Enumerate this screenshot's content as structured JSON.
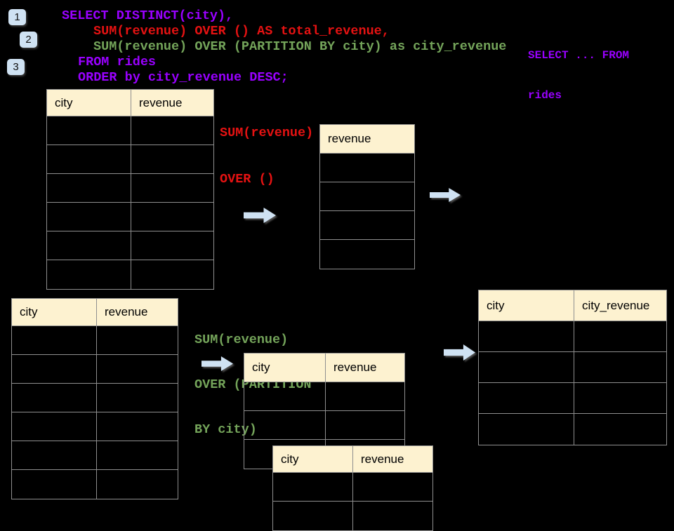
{
  "colors": {
    "background": "#000000",
    "sql_purple": "#9900ff",
    "sql_red": "#e51212",
    "sql_green": "#74a45a",
    "table_header_fill": "#fdf2d0",
    "table_border": "#8f8f8f",
    "arrow_blue": "#cfe2f3",
    "badge_blue": "#cfe2f3"
  },
  "badges": [
    {
      "label": "1"
    },
    {
      "label": "2"
    },
    {
      "label": "3"
    }
  ],
  "code": {
    "lines": [
      {
        "text": "SELECT DISTINCT(city),"
      },
      {
        "text": "SUM(revenue) OVER () AS total_revenue,"
      },
      {
        "text": "SUM(revenue) OVER (PARTITION BY city) as city_revenue"
      },
      {
        "text": "FROM rides"
      },
      {
        "text": "ORDER by city_revenue DESC;"
      }
    ]
  },
  "note": {
    "lines": [
      "SELECT ... FROM",
      "rides"
    ]
  },
  "annotations": {
    "total": {
      "lines": [
        "SUM(revenue)",
        "OVER ()"
      ]
    },
    "partition": {
      "lines": [
        "SUM(revenue)",
        "OVER (PARTITION",
        "BY city)"
      ]
    }
  },
  "tables": {
    "source_top": {
      "headers": [
        "city",
        "revenue"
      ],
      "empty_rows": 6
    },
    "total_result": {
      "headers": [
        "revenue"
      ],
      "empty_rows": 4
    },
    "source_bottom": {
      "headers": [
        "city",
        "revenue"
      ],
      "empty_rows": 6
    },
    "partition_a": {
      "headers": [
        "city",
        "revenue"
      ],
      "empty_rows": 3
    },
    "partition_b": {
      "headers": [
        "city",
        "revenue"
      ],
      "empty_rows": 2
    },
    "city_result": {
      "headers": [
        "city",
        "city_revenue"
      ],
      "empty_rows": 4
    }
  }
}
